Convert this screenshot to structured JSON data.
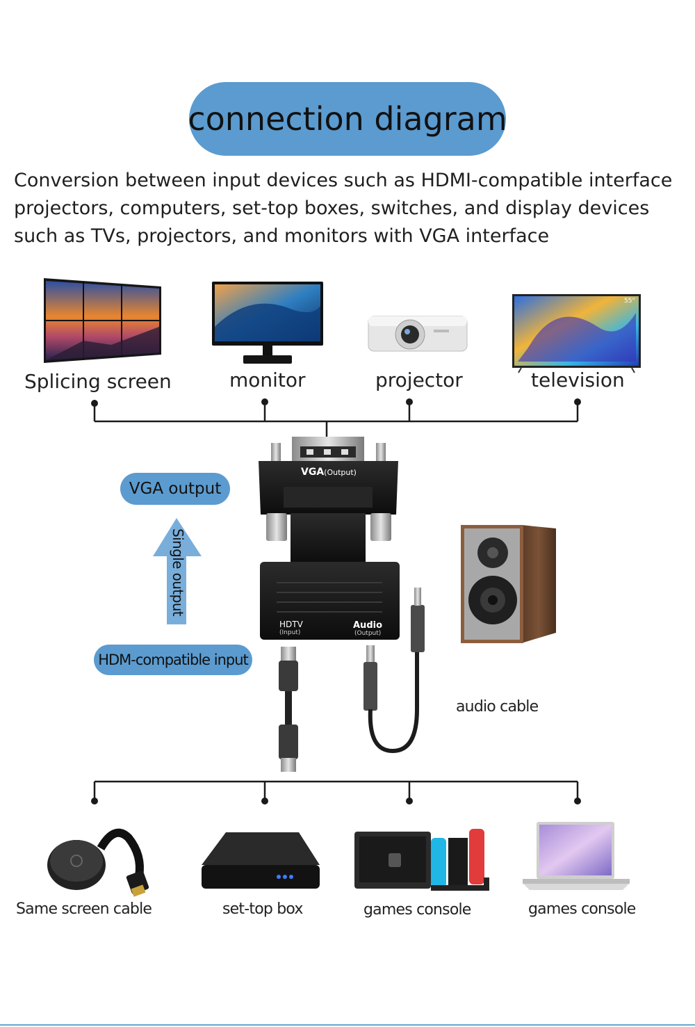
{
  "title": "connection diagram",
  "intro": "Conversion between input devices such as HDMI-compatible interface projectors, computers, set-top boxes, switches, and display devices such as TVs, projectors, and monitors with VGA interface",
  "outputs": [
    {
      "label": "Splicing screen",
      "icon": "video-wall-icon"
    },
    {
      "label": "monitor",
      "icon": "monitor-icon"
    },
    {
      "label": "projector",
      "icon": "projector-icon"
    },
    {
      "label": "television",
      "icon": "television-icon"
    }
  ],
  "tv_badge": "55\"",
  "adapter": {
    "vga_label": "VGA",
    "vga_sub": "(Output)",
    "hdtv_label": "HDTV",
    "hdtv_sub": "(Input)",
    "audio_label": "Audio",
    "audio_sub": "(Output)"
  },
  "vga_output_label": "VGA output",
  "arrow_label": "Single output",
  "hdmi_input_label": "HDM-compatible input",
  "audio_cable_label": "audio cable",
  "inputs": [
    {
      "label": "Same screen cable",
      "icon": "streaming-dongle-icon"
    },
    {
      "label": "set-top box",
      "icon": "set-top-box-icon"
    },
    {
      "label": "games console",
      "icon": "game-console-icon"
    },
    {
      "label": "games console",
      "icon": "laptop-icon"
    }
  ],
  "colors": {
    "accent": "#5b9bcf",
    "line": "#1a1a1a",
    "bottom_rule": "#6aa6cc"
  }
}
